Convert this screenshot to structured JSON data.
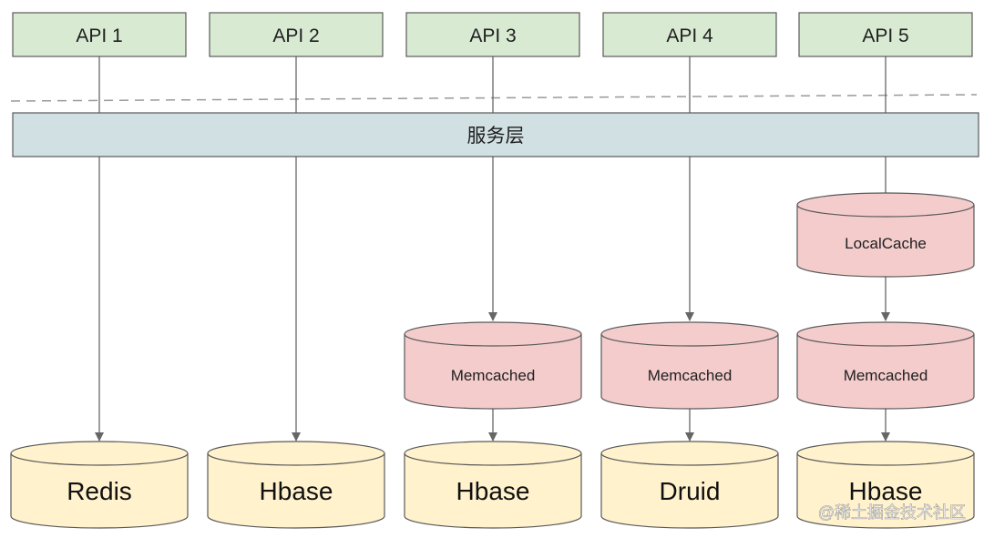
{
  "apis": [
    {
      "label": "API 1"
    },
    {
      "label": "API 2"
    },
    {
      "label": "API 3"
    },
    {
      "label": "API 4"
    },
    {
      "label": "API 5"
    }
  ],
  "service_layer": {
    "label": "服务层"
  },
  "local_cache": {
    "label": "LocalCache"
  },
  "memcached": [
    {
      "label": "Memcached"
    },
    {
      "label": "Memcached"
    },
    {
      "label": "Memcached"
    }
  ],
  "databases": [
    {
      "label": "Redis"
    },
    {
      "label": "Hbase"
    },
    {
      "label": "Hbase"
    },
    {
      "label": "Druid"
    },
    {
      "label": "Hbase"
    }
  ],
  "watermark": {
    "text": "@稀土掘金技术社区"
  },
  "colors": {
    "api_fill": "#d9ead3",
    "service_fill": "#d0e0e3",
    "cache_fill": "#f4cccc",
    "db_fill": "#fff2cc",
    "stroke": "#595959",
    "line": "#666666",
    "dashed": "#999999"
  }
}
